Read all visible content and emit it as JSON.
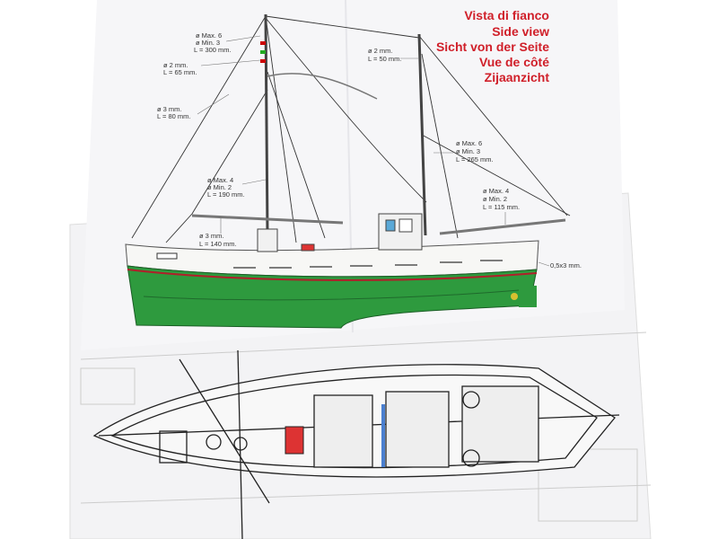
{
  "titles": [
    "Vista di fianco",
    "Side view",
    "Sicht von der Seite",
    "Vue de côté",
    "Zijaanzicht"
  ],
  "annotations": {
    "foremast_top": [
      "ø Max. 6",
      "ø Min. 3",
      "L = 300 mm."
    ],
    "foremast_topmast": [
      "ø 2 mm.",
      "L = 65 mm."
    ],
    "gaff_fore": [
      "ø 3 mm.",
      "L = 80 mm."
    ],
    "boom_fore_mast": [
      "ø Max. 4",
      "ø Min. 2",
      "L = 190 mm."
    ],
    "boom_fore": [
      "ø 3 mm.",
      "L = 140 mm."
    ],
    "mizzen_topmast": [
      "ø 2 mm.",
      "L = 50 mm."
    ],
    "mizzen_mast": [
      "ø Max. 6",
      "ø Min. 3",
      "L = 265 mm."
    ],
    "mizzen_boom": [
      "ø Max. 4",
      "ø Min. 2",
      "L = 115 mm."
    ],
    "rubbing_strake": "0,5x3 mm."
  },
  "colors": {
    "title": "#d0202a",
    "hull_green": "#2e9a3e",
    "hull_white": "#f7f7f5",
    "paper": "#f4f4f6"
  }
}
